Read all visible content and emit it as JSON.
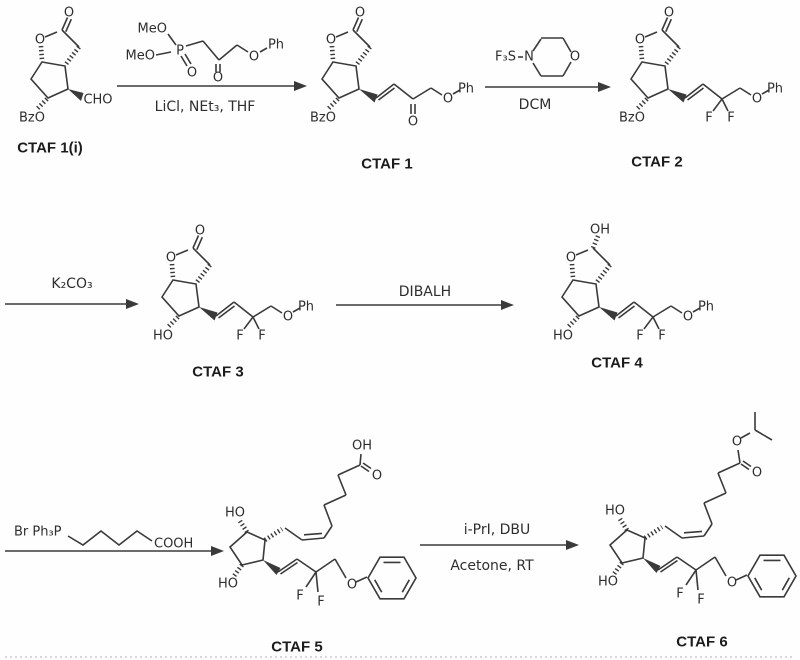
{
  "scheme": {
    "compounds": {
      "c1i": "CTAF 1(i)",
      "c1": "CTAF 1",
      "c2": "CTAF 2",
      "c3": "CTAF 3",
      "c4": "CTAF 4",
      "c5": "CTAF 5",
      "c6": "CTAF 6"
    },
    "conditions": {
      "step1_below": "LiCl, NEt₃, THF",
      "step2_below": "DCM",
      "step3_above": "K₂CO₃",
      "step4_above": "DIBALH",
      "step6_above": "i-PrI, DBU",
      "step6_below": "Acetone, RT"
    },
    "atoms": {
      "O": "O",
      "OH": "OH",
      "HO": "HO",
      "F": "F",
      "N": "N",
      "P": "P",
      "Ph": "Ph",
      "MeO": "MeO",
      "BzO": "BzO",
      "CHO": "CHO",
      "COOH": "COOH",
      "F3S": "F₃S",
      "BrPh3P": "Br Ph₃P"
    }
  }
}
